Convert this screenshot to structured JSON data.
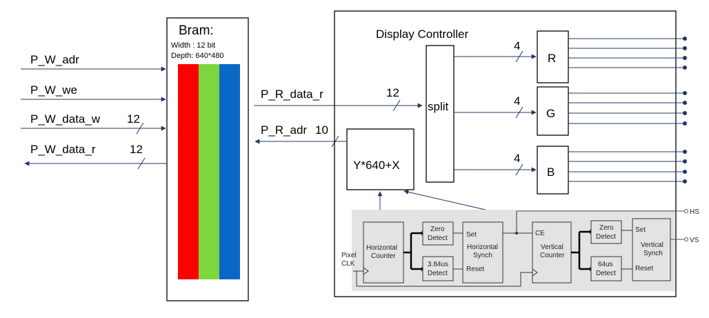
{
  "bram": {
    "title": "Bram:",
    "width_text": "Width : 12 bit",
    "depth_text": "Depth: 640*480"
  },
  "signals": {
    "p_w_adr": "P_W_adr",
    "p_w_we": "P_W_we",
    "p_w_data_w": "P_W_data_w",
    "p_w_data_w_width": "12",
    "p_w_data_r": "P_W_data_r",
    "p_w_data_r_width": "12",
    "p_r_data_r": "P_R_data_r",
    "p_r_data_r_width": "12",
    "p_r_adr": "P_R_adr",
    "p_r_adr_width": "10"
  },
  "controller": {
    "title": "Display Controller",
    "split": "split",
    "address_calc": "Y*640+X",
    "r": "R",
    "g": "G",
    "b": "B",
    "r_width": "4",
    "g_width": "4",
    "b_width": "4"
  },
  "timing": {
    "h_counter_line1": "Horizontal",
    "h_counter_line2": "Counter",
    "zero_detect_h_line1": "Zero",
    "zero_detect_h_line2": "Detect",
    "detect_384_line1": "3.84us",
    "detect_384_line2": "Detect",
    "h_synch_set": "Set",
    "h_synch_line1": "Horizontal",
    "h_synch_line2": "Synch",
    "h_synch_reset": "Reset",
    "v_counter_ce": "CE",
    "v_counter_line1": "Vertical",
    "v_counter_line2": "Counter",
    "zero_detect_v_line1": "Zero",
    "zero_detect_v_line2": "Detect",
    "detect_64_line1": "64us",
    "detect_64_line2": "Detect",
    "v_synch_set": "Set",
    "v_synch_line1": "Vertical",
    "v_synch_line2": "Synch",
    "v_synch_reset": "Reset",
    "pixel_clk_line1": "Pixel",
    "pixel_clk_line2": "CLK",
    "hs": "HS",
    "vs": "VS"
  },
  "colors": {
    "red": "#ff0000",
    "green": "#7ed63f",
    "blue": "#0a67c6",
    "wire": "#1f3864",
    "gray": "#e3e3e3"
  }
}
